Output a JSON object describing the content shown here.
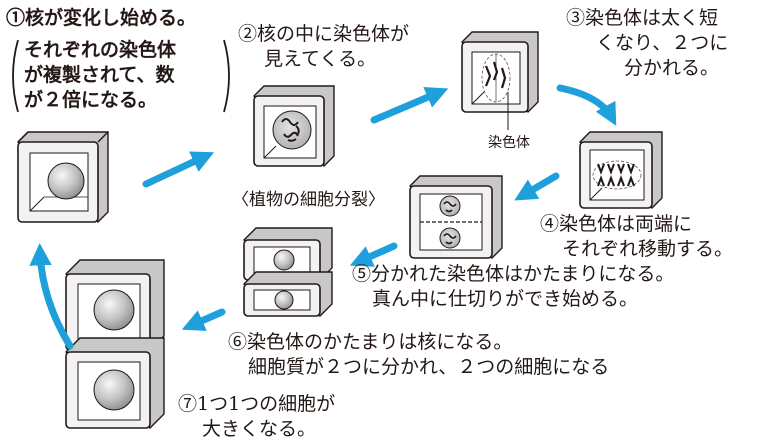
{
  "title": "〈植物の細胞分裂〉",
  "chromosome_label": "染色体",
  "colors": {
    "arrow": "#1ea0dc",
    "line": "#231815",
    "cell_fill": "#f2f2f2",
    "cell_side": "#c8c8c8",
    "nucleus": "#b9b9b9"
  },
  "steps": [
    {
      "id": 1,
      "lines": [
        "①核が変化し始める。"
      ],
      "note": [
        "それぞれの染色体",
        "が複製されて、数",
        "が２倍になる。"
      ]
    },
    {
      "id": 2,
      "lines": [
        "②核の中に染色体が",
        "見えてくる。"
      ]
    },
    {
      "id": 3,
      "lines": [
        "③染色体は太く短",
        "くなり、２つに",
        "分かれる。"
      ]
    },
    {
      "id": 4,
      "lines": [
        "④染色体は両端に",
        "それぞれ移動する。"
      ]
    },
    {
      "id": 5,
      "lines": [
        "⑤分かれた染色体はかたまりになる。",
        "真ん中に仕切りができ始める。"
      ]
    },
    {
      "id": 6,
      "lines": [
        "⑥染色体のかたまりは核になる。",
        "細胞質が２つに分かれ、２つの細胞になる"
      ]
    },
    {
      "id": 7,
      "lines": [
        "⑦1つ1つの細胞が",
        "大きくなる。"
      ]
    }
  ]
}
